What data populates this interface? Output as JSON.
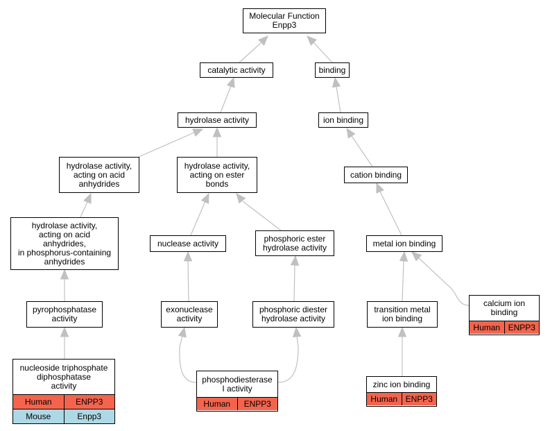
{
  "colors": {
    "human": "#f4644d",
    "mouse": "#add8e6",
    "edge": "#c0c0c0",
    "border": "#000000"
  },
  "nodes": {
    "mf": "Molecular Function\nEnpp3",
    "catalytic": "catalytic activity",
    "binding": "binding",
    "hydrolase": "hydrolase activity",
    "ion_binding": "ion binding",
    "hyd_acid": "hydrolase activity,\nacting on acid\nanhydrides",
    "hyd_ester": "hydrolase activity,\nacting on ester\nbonds",
    "cation": "cation binding",
    "hyd_phos": "hydrolase activity,\nacting on acid\nanhydrides,\nin phosphorus-containing\nanhydrides",
    "nuclease": "nuclease activity",
    "pho_ester": "phosphoric ester\nhydrolase activity",
    "metal": "metal ion binding",
    "pyro": "pyrophosphatase\nactivity",
    "exo": "exonuclease\nactivity",
    "pho_diester": "phosphoric diester\nhydrolase activity",
    "transition": "transition metal\nion binding",
    "calcium": "calcium ion\nbinding",
    "ntp": "nucleoside triphosphate\ndiphosphatase\nactivity",
    "pde": "phosphodiesterase\nI activity",
    "zinc": "zinc ion binding"
  },
  "annotations": {
    "calcium": [
      {
        "species": "Human",
        "gene": "ENPP3"
      }
    ],
    "ntp": [
      {
        "species": "Human",
        "gene": "ENPP3"
      },
      {
        "species": "Mouse",
        "gene": "Enpp3"
      }
    ],
    "pde": [
      {
        "species": "Human",
        "gene": "ENPP3"
      }
    ],
    "zinc": [
      {
        "species": "Human",
        "gene": "ENPP3"
      }
    ]
  },
  "edges": [
    [
      "catalytic",
      "mf"
    ],
    [
      "binding",
      "mf"
    ],
    [
      "hydrolase",
      "catalytic"
    ],
    [
      "ion_binding",
      "binding"
    ],
    [
      "hyd_acid",
      "hydrolase"
    ],
    [
      "hyd_ester",
      "hydrolase"
    ],
    [
      "cation",
      "ion_binding"
    ],
    [
      "hyd_phos",
      "hyd_acid"
    ],
    [
      "nuclease",
      "hyd_ester"
    ],
    [
      "pho_ester",
      "hyd_ester"
    ],
    [
      "metal",
      "cation"
    ],
    [
      "pyro",
      "hyd_phos"
    ],
    [
      "exo",
      "nuclease"
    ],
    [
      "pho_diester",
      "pho_ester"
    ],
    [
      "transition",
      "metal"
    ],
    [
      "calcium",
      "metal"
    ],
    [
      "ntp",
      "pyro"
    ],
    [
      "pde",
      "exo"
    ],
    [
      "pde",
      "pho_diester"
    ],
    [
      "zinc",
      "transition"
    ]
  ]
}
